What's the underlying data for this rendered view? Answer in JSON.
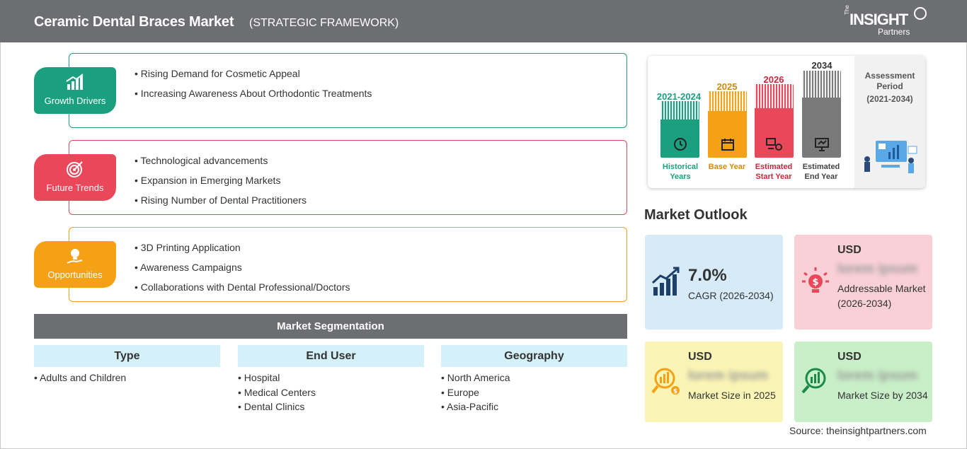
{
  "header": {
    "title": "Ceramic Dental Braces Market",
    "subtitle": "(STRATEGIC FRAMEWORK)",
    "logo": {
      "the": "The",
      "insight": "INSIGHT",
      "partners": "Partners"
    }
  },
  "framework": [
    {
      "label": "Growth Drivers",
      "color": "#1aa07f",
      "icon": "bar-chart-icon",
      "items": [
        "Rising Demand for Cosmetic Appeal",
        "Increasing Awareness About Orthodontic Treatments"
      ]
    },
    {
      "label": "Future Trends",
      "color": "#e8485a",
      "icon": "target-icon",
      "items": [
        "Technological advancements",
        "Expansion in Emerging Markets",
        "Rising Number of Dental Practitioners"
      ]
    },
    {
      "label": "Opportunities",
      "color": "#f5a116",
      "icon": "lightbulb-hand-icon",
      "items": [
        "3D Printing Application",
        "Awareness Campaigns",
        "Collaborations with Dental Professional/Doctors"
      ]
    }
  ],
  "segmentation": {
    "title": "Market Segmentation",
    "columns": [
      {
        "head": "Type",
        "items": [
          "Adults and Children"
        ]
      },
      {
        "head": "End User",
        "items": [
          "Hospital",
          "Medical Centers",
          "Dental Clinics"
        ]
      },
      {
        "head": "Geography",
        "items": [
          "North America",
          "Europe",
          "Asia-Pacific"
        ]
      }
    ]
  },
  "timeline": {
    "periods": [
      {
        "year": "2021-2024",
        "caption": "Historical Years",
        "color": "#1aa07f"
      },
      {
        "year": "2025",
        "caption": "Base Year",
        "color": "#f5a116"
      },
      {
        "year": "2026",
        "caption": "Estimated Start Year",
        "color": "#e8485a"
      },
      {
        "year": "2034",
        "caption": "Estimated End Year",
        "color": "#7a7a7a"
      }
    ],
    "assessment_label": "Assessment Period",
    "assessment_range": "(2021-2034)"
  },
  "outlook": {
    "title": "Market Outlook",
    "cagr_value": "7.0%",
    "cagr_label": "CAGR (2026-2034)",
    "addressable_usd": "USD",
    "addressable_value": "lorem ipsum",
    "addressable_label": "Addressable Market (2026-2034)",
    "size2025_usd": "USD",
    "size2025_value": "lorem ipsum",
    "size2025_label": "Market Size in 2025",
    "size2034_usd": "USD",
    "size2034_value": "lorem ipsum",
    "size2034_label": "Market Size by 2034",
    "colors": {
      "cagr": "#d6eaf8",
      "addressable": "#f9d0d6",
      "size2025": "#fbf5b5",
      "size2034": "#c9efc8"
    }
  },
  "source": "Source: theinsightpartners.com"
}
